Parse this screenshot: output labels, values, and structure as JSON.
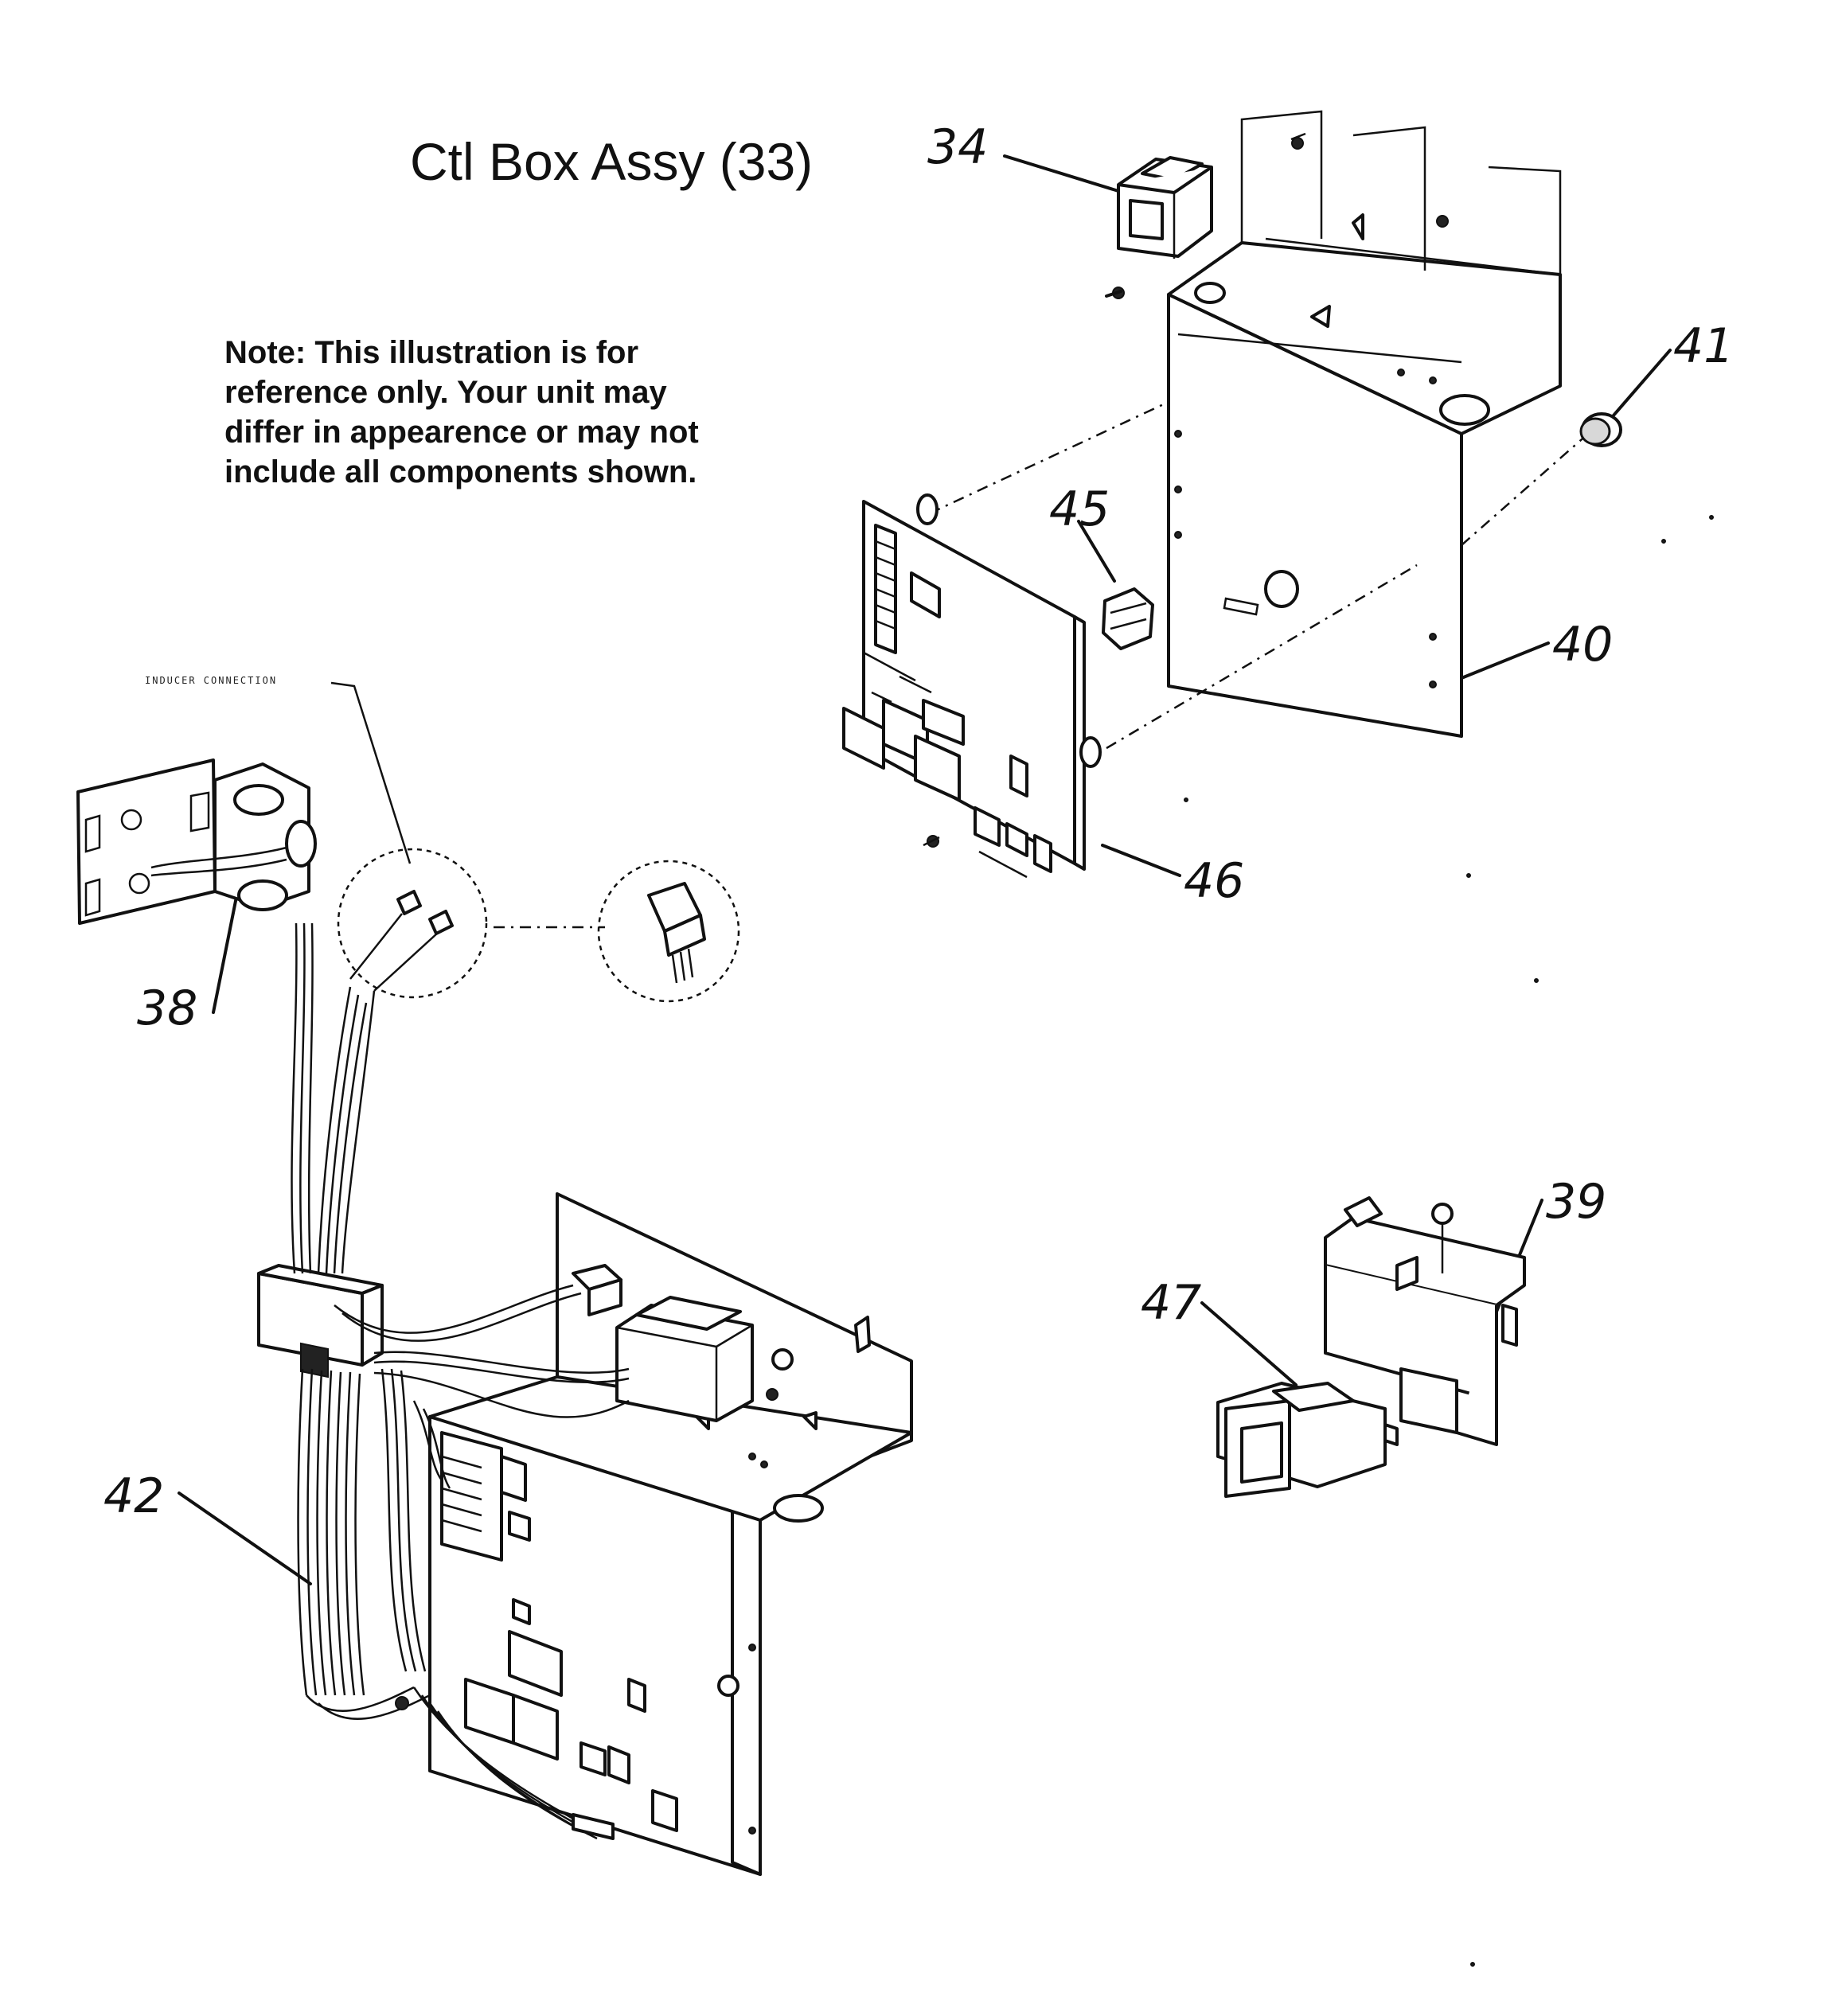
{
  "title": "Ctl Box Assy (33)",
  "note": {
    "line1": "Note: This illustration is for",
    "line2": "reference only. Your unit may",
    "line3": "differ in appearence or may not",
    "line4": "include all components shown."
  },
  "inducer_label": "INDUCER CONNECTION",
  "callouts": {
    "c34": "34",
    "c41": "41",
    "c45": "45",
    "c40": "40",
    "c46": "46",
    "c38": "38",
    "c39": "39",
    "c47": "47",
    "c42": "42"
  }
}
